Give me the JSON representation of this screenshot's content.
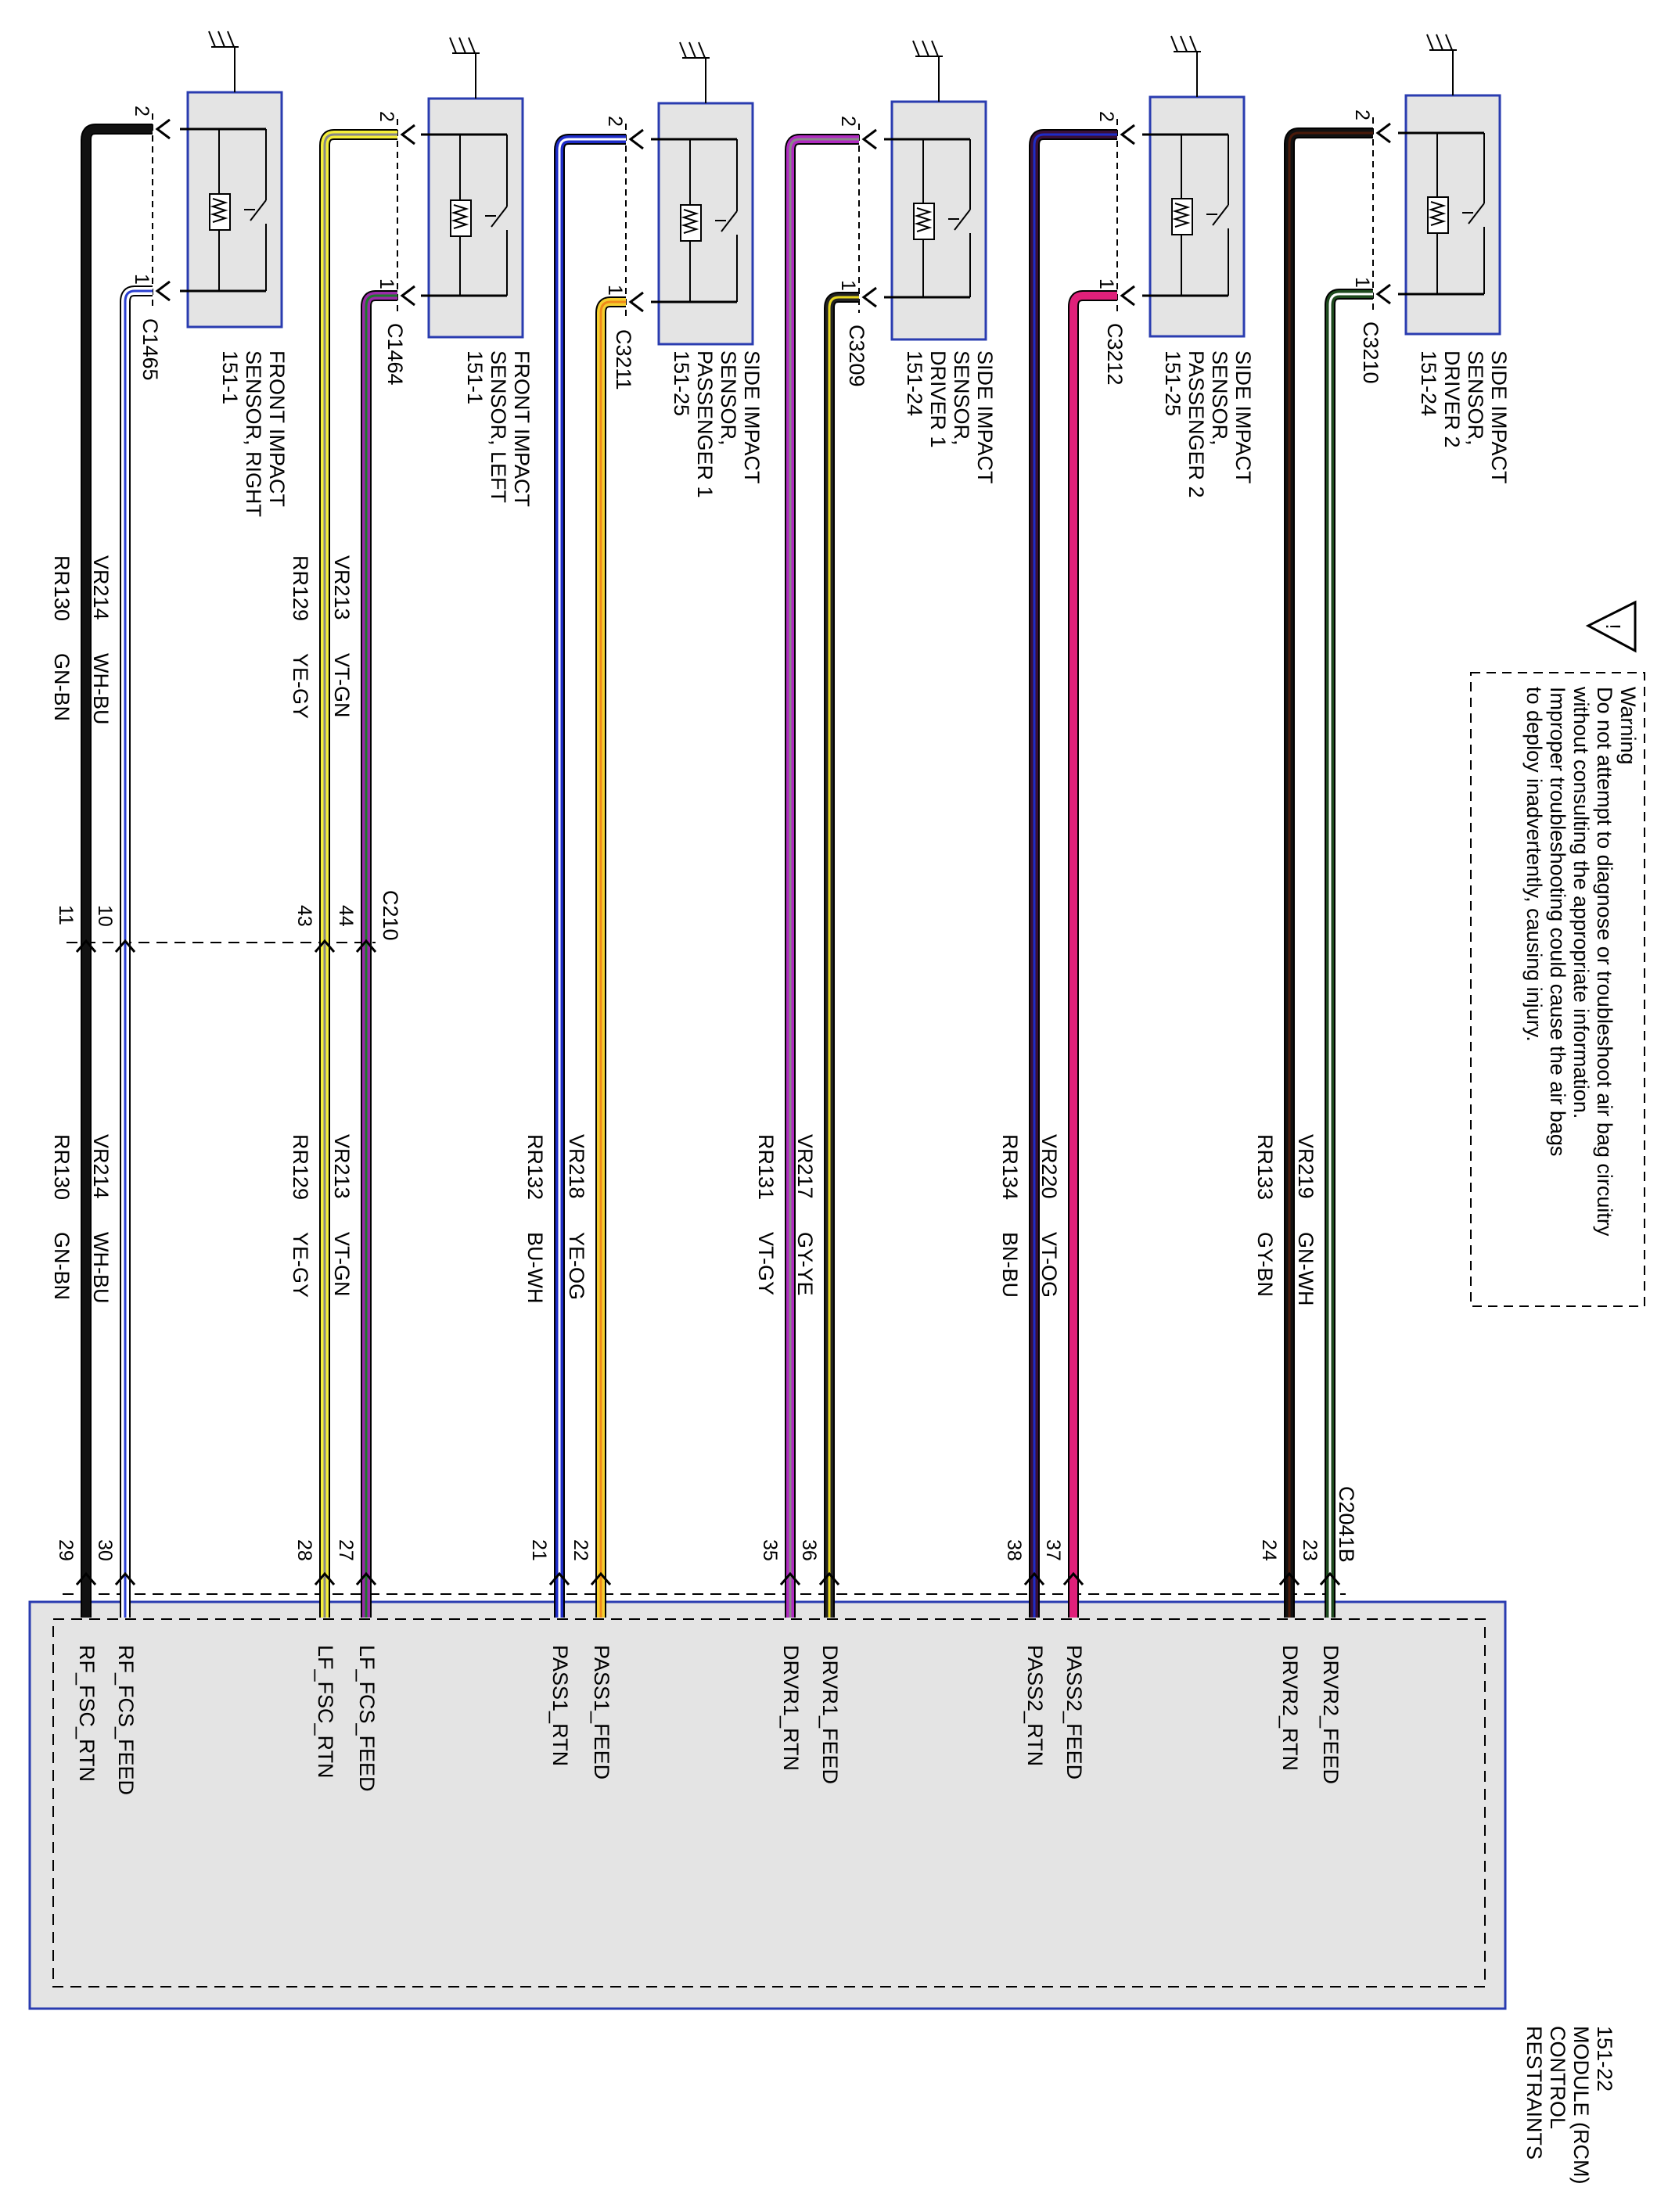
{
  "sensors": [
    {
      "name_lines": [
        "FRONT IMPACT",
        "SENSOR, RIGHT",
        "151-1"
      ],
      "connector": "C1465",
      "pin_top": "2",
      "pin_bottom": "1"
    },
    {
      "name_lines": [
        "FRONT IMPACT",
        "SENSOR, LEFT",
        "151-1"
      ],
      "connector": "C1464",
      "pin_top": "2",
      "pin_bottom": "1"
    },
    {
      "name_lines": [
        "SIDE IMPACT",
        "SENSOR,",
        "PASSENGER 1",
        "151-25"
      ],
      "connector": "C3211",
      "pin_top": "2",
      "pin_bottom": "1"
    },
    {
      "name_lines": [
        "SIDE IMPACT",
        "SENSOR,",
        "DRIVER 1",
        "151-24"
      ],
      "connector": "C3209",
      "pin_top": "2",
      "pin_bottom": "1"
    },
    {
      "name_lines": [
        "SIDE IMPACT",
        "SENSOR,",
        "PASSENGER 2",
        "151-25"
      ],
      "connector": "C3212",
      "pin_top": "2",
      "pin_bottom": "1"
    },
    {
      "name_lines": [
        "SIDE IMPACT",
        "SENSOR,",
        "DRIVER 2",
        "151-24"
      ],
      "connector": "C3210",
      "pin_top": "2",
      "pin_bottom": "1"
    }
  ],
  "wires": [
    {
      "circuit": "RR130",
      "color": "GN-BN",
      "pin_c210": "11",
      "pin_rcm": "29",
      "signal": "RF_FSC_RTN",
      "hex": [
        "#111111",
        "#111111"
      ]
    },
    {
      "circuit": "VR214",
      "color": "WH-BU",
      "pin_c210": "10",
      "pin_rcm": "30",
      "signal": "RF_FCS_FEED",
      "hex": [
        "#ffffff",
        "#2a3fd0"
      ]
    },
    {
      "circuit": "RR129",
      "color": "YE-GY",
      "pin_c210": "43",
      "pin_rcm": "28",
      "signal": "LF_FSC_RTN",
      "hex": [
        "#f4ee3a",
        "#888888"
      ]
    },
    {
      "circuit": "VR213",
      "color": "VT-GN",
      "pin_c210": "44",
      "pin_rcm": "27",
      "signal": "LF_FCS_FEED",
      "hex": [
        "#9a2ca8",
        "#1c7a2a"
      ]
    },
    {
      "circuit": "RR132",
      "color": "BU-WH",
      "pin_rcm": "21",
      "signal": "PASS1_RTN",
      "hex": [
        "#1e2cc8",
        "#ffffff"
      ]
    },
    {
      "circuit": "VR218",
      "color": "YE-OG",
      "pin_rcm": "22",
      "signal": "PASS1_FEED",
      "hex": [
        "#f4d030",
        "#f08a1a"
      ]
    },
    {
      "circuit": "RR131",
      "color": "VT-GY",
      "pin_rcm": "35",
      "signal": "DRVR1_RTN",
      "hex": [
        "#b02ac0",
        "#888888"
      ]
    },
    {
      "circuit": "VR217",
      "color": "GY-YE",
      "pin_rcm": "36",
      "signal": "DRVR1_FEED",
      "hex": [
        "#222222",
        "#e8d820"
      ]
    },
    {
      "circuit": "RR134",
      "color": "BN-BU",
      "pin_rcm": "38",
      "signal": "PASS2_RTN",
      "hex": [
        "#3a1038",
        "#1e2cc8"
      ]
    },
    {
      "circuit": "VR220",
      "color": "VT-OG",
      "pin_rcm": "37",
      "signal": "PASS2_FEED",
      "hex": [
        "#e0207a",
        "#e0207a"
      ]
    },
    {
      "circuit": "RR133",
      "color": "GY-BN",
      "pin_rcm": "24",
      "signal": "DRVR2_RTN",
      "hex": [
        "#111111",
        "#4a1a0a"
      ]
    },
    {
      "circuit": "VR219",
      "color": "GN-WH",
      "pin_rcm": "23",
      "signal": "DRVR2_FEED",
      "hex": [
        "#1e4a1e",
        "#ffffff"
      ]
    }
  ],
  "inline_connector": "C210",
  "rcm_connector": "C2041B",
  "rcm_name_lines": [
    "RESTRAINTS",
    "CONTROL",
    "MODULE (RCM)",
    "151-22"
  ],
  "warning": {
    "title": "Warning",
    "lines": [
      "Do not attempt to diagnose or troubleshoot air bag circuitry",
      "without consulting the appropriate information.",
      "Improper troubleshooting could cause the air bags",
      "to deploy inadvertently, causing injury."
    ]
  },
  "colors": {
    "component_fill": "#e4e4e4",
    "component_border": "#2a3cb0",
    "line": "#000000"
  }
}
